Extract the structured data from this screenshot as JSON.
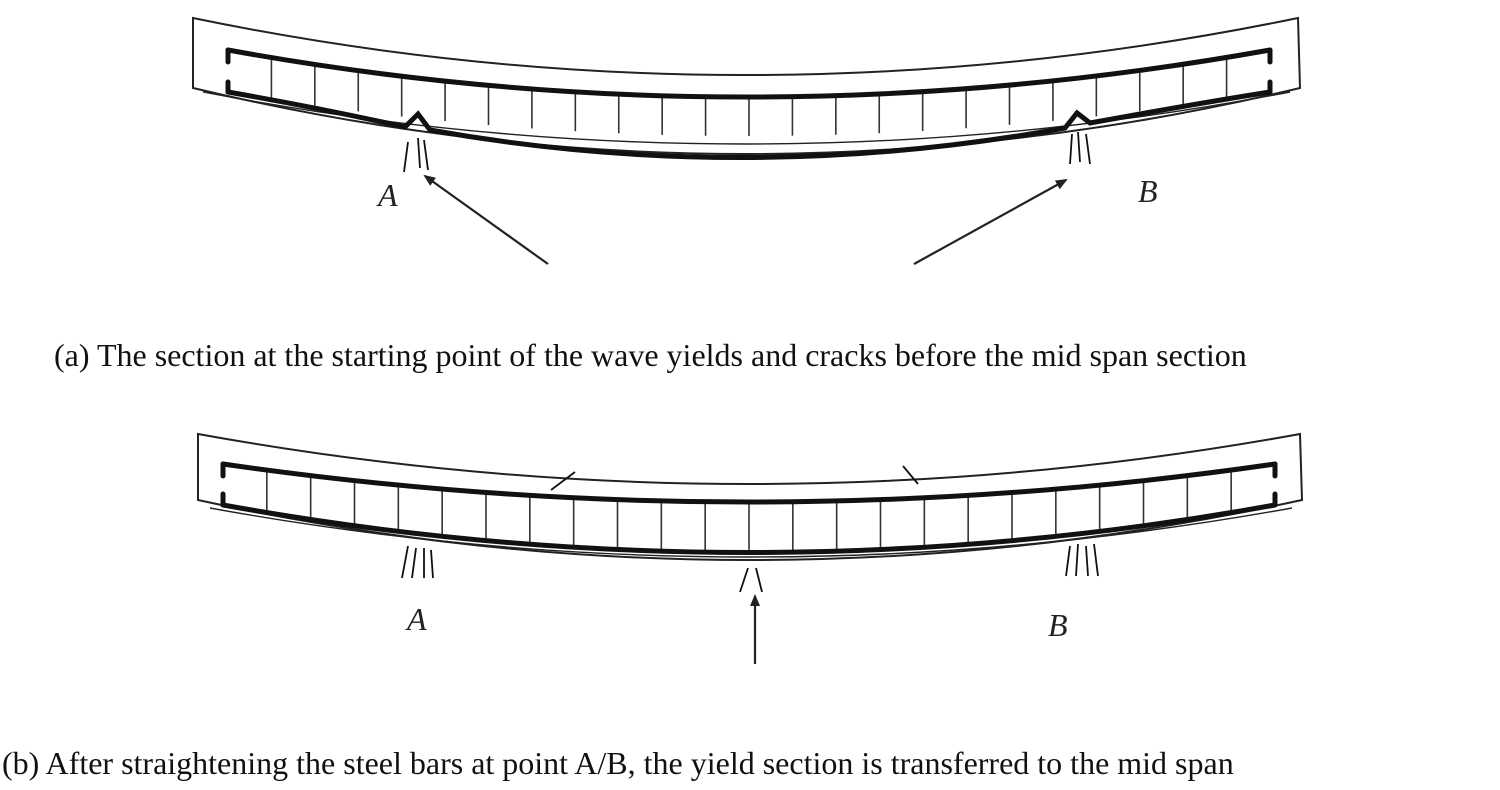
{
  "panel_a": {
    "label_a": "A",
    "label_b": "B",
    "caption": "(a) The section at the starting point of the wave yields and cracks before the mid span section"
  },
  "panel_b": {
    "label_a": "A",
    "label_b": "B",
    "caption": "(b) After straightening the steel bars at point A/B, the yield section is transferred to the mid span"
  }
}
